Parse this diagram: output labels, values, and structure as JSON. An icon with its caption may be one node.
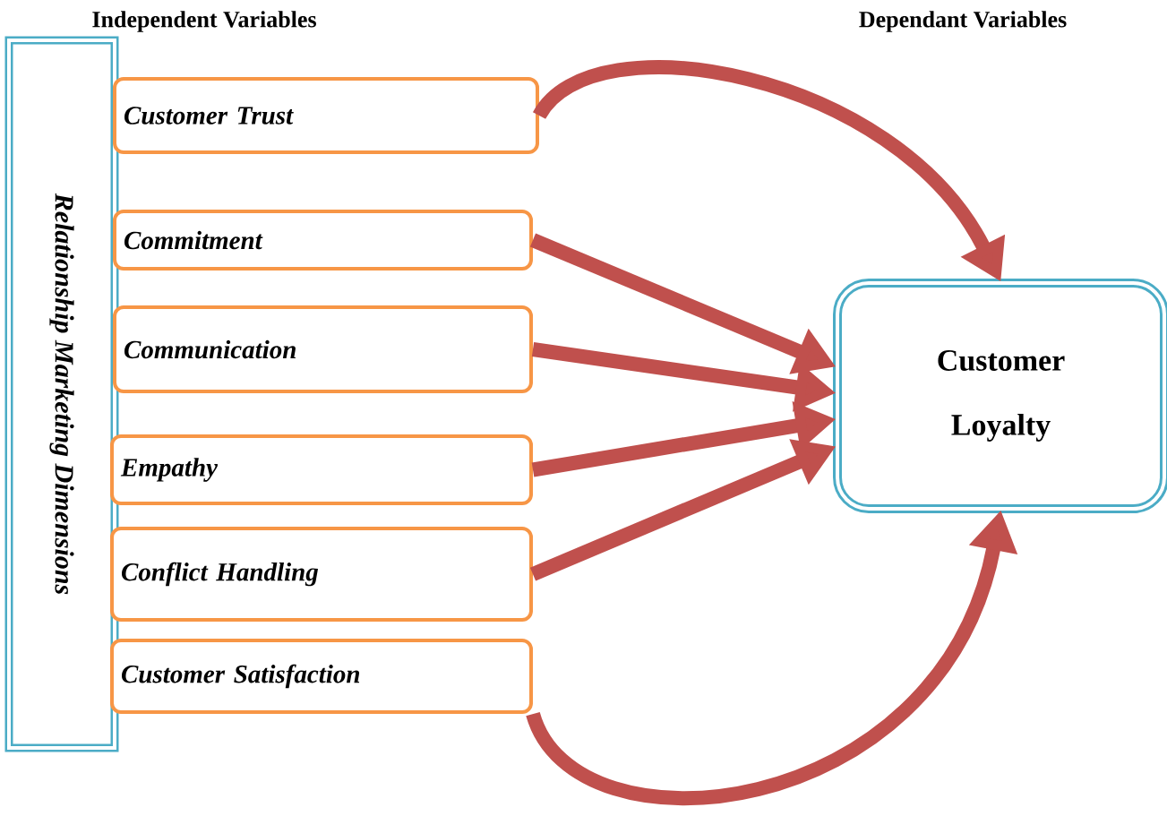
{
  "diagram": {
    "nodes": [
      {
        "text": [
          "Relationship Marketing Dimensions"
        ]
      },
      {
        "text": [
          "Customer Trust"
        ]
      },
      {
        "text": [
          "Commitment"
        ]
      },
      {
        "text": [
          "Communication"
        ]
      },
      {
        "text": [
          "Empathy"
        ]
      },
      {
        "text": [
          "Conflict Handling"
        ]
      },
      {
        "text": [
          "Customer Satisfaction"
        ]
      },
      {
        "text": [
          "Customer Loyalty"
        ]
      }
    ],
    "edges": [
      {
        "from": 1,
        "to": 7,
        "arrow": "to"
      },
      {
        "from": 2,
        "to": 7,
        "arrow": "to"
      },
      {
        "from": 3,
        "to": 7,
        "arrow": "to"
      },
      {
        "from": 4,
        "to": 7,
        "arrow": "to"
      },
      {
        "from": 5,
        "to": 7,
        "arrow": "to"
      },
      {
        "from": 6,
        "to": 7,
        "arrow": "to"
      }
    ],
    "labels": [
      "Independent Variables",
      "Dependant Variables"
    ]
  }
}
